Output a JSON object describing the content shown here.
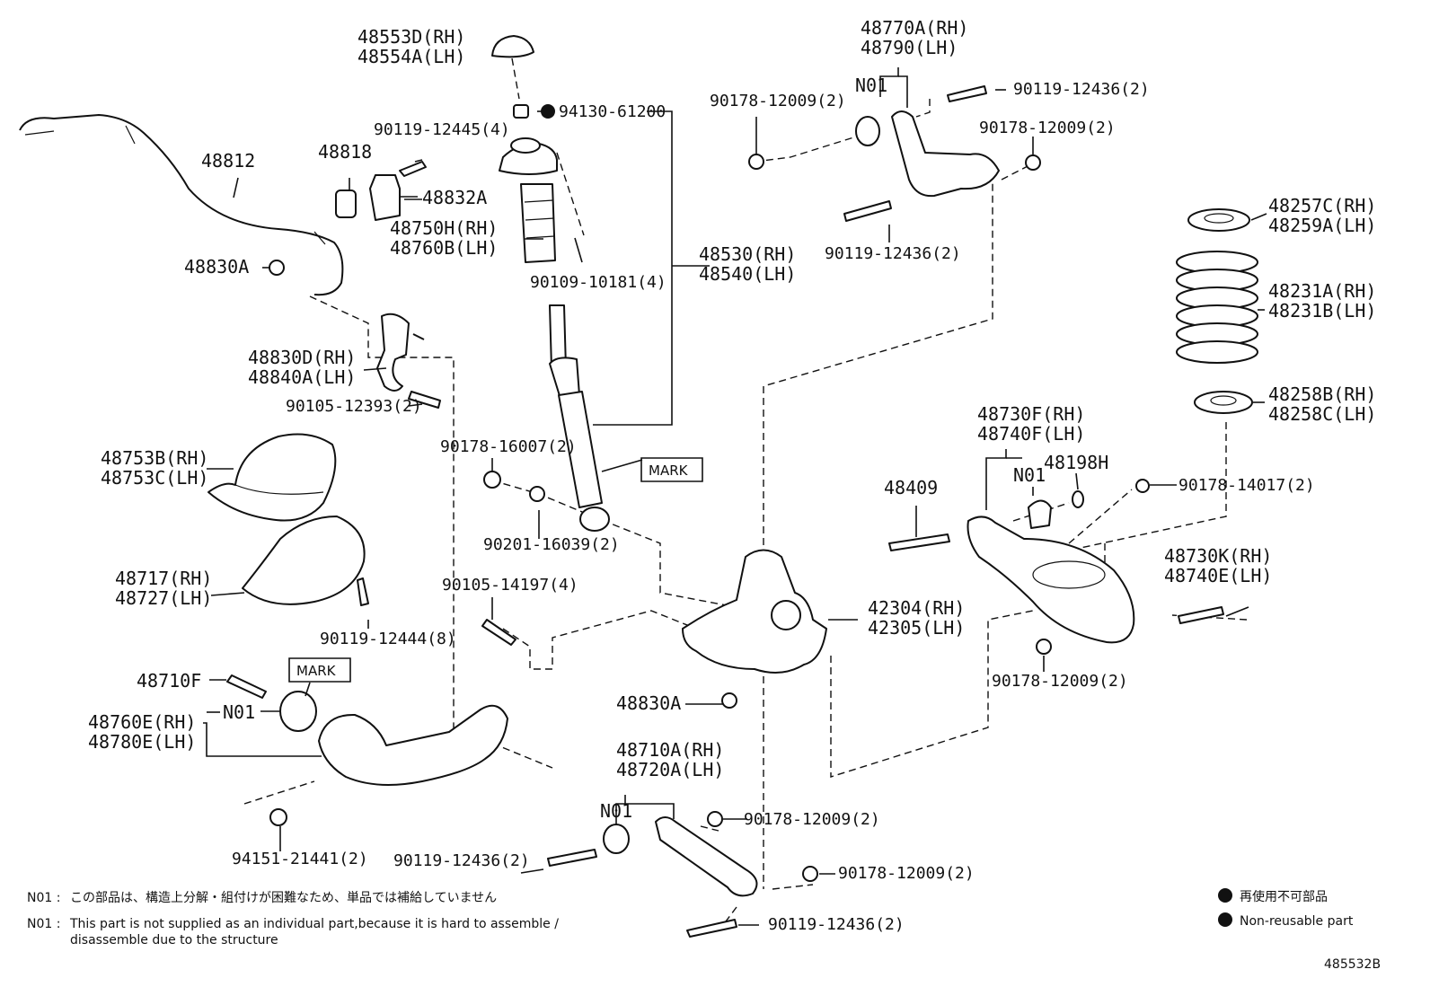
{
  "labels": {
    "p48553d": "48553D(RH)",
    "p48554a": "48554A(LH)",
    "p94130": "94130-61200",
    "p90119_12445": "90119-12445(4)",
    "p48818": "48818",
    "p48832a": "48832A",
    "p48812": "48812",
    "p48750h": "48750H(RH)",
    "p48760b": "48760B(LH)",
    "p90109": "90109-10181(4)",
    "p48530": "48530(RH)",
    "p48540": "48540(LH)",
    "p48830a_top": "48830A",
    "p48830d": "48830D(RH)",
    "p48840a": "48840A(LH)",
    "p90105_12393": "90105-12393(2)",
    "p48753b": "48753B(RH)",
    "p48753c": "48753C(LH)",
    "p90178_16007": "90178-16007(2)",
    "p90201": "90201-16039(2)",
    "p48717": "48717(RH)",
    "p48727": "48727(LH)",
    "p90105_14197": "90105-14197(4)",
    "p90119_12444": "90119-12444(8)",
    "p48710f": "48710F",
    "p48760e": "48760E(RH)",
    "p48780e": "48780E(LH)",
    "p94151": "94151-21441(2)",
    "p48830a_bottom": "48830A",
    "p48710a": "48710A(RH)",
    "p48720a": "48720A(LH)",
    "p90119_12436_bl": "90119-12436(2)",
    "p90178_12009_b1": "90178-12009(2)",
    "p90178_12009_b2": "90178-12009(2)",
    "p90119_12436_b": "90119-12436(2)",
    "p48770a": "48770A(RH)",
    "p48790": "48790(LH)",
    "p90178_12009_tl": "90178-12009(2)",
    "p90119_12436_tr": "90119-12436(2)",
    "p90178_12009_tr": "90178-12009(2)",
    "p90119_12436_m": "90119-12436(2)",
    "p48257c": "48257C(RH)",
    "p48259a": "48259A(LH)",
    "p48231a": "48231A(RH)",
    "p48231b": "48231B(LH)",
    "p48258b": "48258B(RH)",
    "p48258c": "48258C(LH)",
    "p48730f": "48730F(RH)",
    "p48740f": "48740F(LH)",
    "p48198h": "48198H",
    "p48409": "48409",
    "p90178_14017": "90178-14017(2)",
    "p42304": "42304(RH)",
    "p42305": "42305(LH)",
    "p48730k": "48730K(RH)",
    "p48740e": "48740E(LH)",
    "p90178_12009_r": "90178-12009(2)",
    "n01": "N01"
  },
  "mark_label": "MARK",
  "legend": {
    "jp": "再使用不可部品",
    "en": "Non-reusable part"
  },
  "notes": {
    "prefix": "N01 :",
    "jp": "この部品は、構造上分解・組付けが困難なため、単品では補給していません",
    "en_line1": "This part is not supplied as an individual part,because it is hard to assemble /",
    "en_line2": "disassemble due to the structure"
  },
  "diagram_id": "485532B"
}
